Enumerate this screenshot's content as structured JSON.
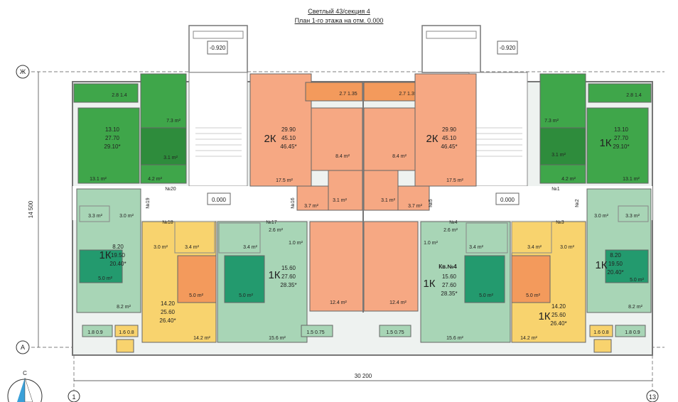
{
  "header": {
    "title": "Светлый 43/секция 4",
    "subtitle": "План 1-го этажа на отм. 0.000"
  },
  "axes": {
    "zh": "Ж",
    "a": "А",
    "one": "1",
    "thirteen": "13",
    "north": "С",
    "dim_width": "30 200",
    "dim_height": "14 500"
  },
  "levels": {
    "stair_left": "-0.920",
    "stair_right": "-0.920",
    "hall_left": "0.000",
    "hall_right": "0.000"
  },
  "colors": {
    "green": "#3fa64a",
    "green_dark": "#2e8c3c",
    "orange": "#f6a883",
    "orange_dark": "#f39a5c",
    "mint": "#a8d5b6",
    "teal": "#239a6e",
    "yellow": "#f8d36e",
    "wall": "#9a9a9a",
    "corridor": "#ffffff"
  },
  "rooms": {
    "l_balcony_top": "2.8 1.4",
    "l_k1_area": "13.10",
    "l_k1_total": "27.70",
    "l_k1_total2": "29.10*",
    "l_k1_room": "13.1 m²",
    "l_k1_kitchen": "7.3 m²",
    "l_k1_bath": "3.1 m²",
    "l_k1_hall": "4.2 m²",
    "l_2k_type": "2К",
    "l_2k_a": "29.90",
    "l_2k_b": "45.10",
    "l_2k_c": "46.45*",
    "l_2k_room": "17.5 m²",
    "l_2k_kitchen": "8.4 m²",
    "l_2k_bath": "3.1 m²",
    "l_2k_hall": "3.7 m²",
    "l_2k_room2": "12.4 m²",
    "l_balcony_mid": "2.7 1.35",
    "l_apt18_bath": "3.3 m²",
    "l_apt18_hall": "3.0 m²",
    "l_apt18_type": "1К",
    "l_apt18_a": "8.20",
    "l_apt18_b": "19.50",
    "l_apt18_c": "20.40*",
    "l_apt18_kitchen": "5.0 m²",
    "l_apt18_room": "8.2 m²",
    "l_apt_y_hall": "3.0 m²",
    "l_apt_y_bath": "3.4 m²",
    "l_apt_y_kitchen": "5.0 m²",
    "l_apt_y_a": "14.20",
    "l_apt_y_b": "25.60",
    "l_apt_y_c": "26.40*",
    "l_apt_y_room": "14.2 m²",
    "l_apt17_hall": "2.6 m²",
    "l_apt17_bath": "3.4 m²",
    "l_apt17_wc": "1.0 m²",
    "l_apt17_type": "1К",
    "l_apt17_a": "15.60",
    "l_apt17_b": "27.60",
    "l_apt17_c": "28.35*",
    "l_apt17_kitchen": "5.0 m²",
    "l_apt17_room": "15.6 m²",
    "l_balc_a": "1.8 0.9",
    "l_balc_b": "1.6 0.8",
    "l_balc_c": "1.5 0.75",
    "n18": "№18",
    "n19": "№19",
    "n20": "№20",
    "n17": "№17",
    "n16": "№16",
    "r_balcony_top": "2.8 1.4",
    "r_k1_type": "1К",
    "r_k1_area": "13.10",
    "r_k1_total": "27.70",
    "r_k1_total2": "29.10*",
    "r_k1_room": "13.1 m²",
    "r_k1_kitchen": "7.3 m²",
    "r_k1_bath": "3.1 m²",
    "r_k1_hall": "4.2 m²",
    "r_2k_type": "2К",
    "r_2k_a": "29.90",
    "r_2k_b": "45.10",
    "r_2k_c": "46.45*",
    "r_2k_room": "17.5 m²",
    "r_2k_kitchen": "8.4 m²",
    "r_2k_bath": "3.1 m²",
    "r_2k_hall": "3.7 m²",
    "r_2k_room2": "12.4 m²",
    "r_balcony_mid": "2.7 1.35",
    "r_apt2_hall": "3.0 m²",
    "r_apt2_bath": "3.3 m²",
    "r_apt2_type": "1К",
    "r_apt2_a": "8.20",
    "r_apt2_b": "19.50",
    "r_apt2_c": "20.40*",
    "r_apt2_kitchen": "5.0 m²",
    "r_apt2_room": "8.2 m²",
    "r_apt3_hall": "3.0 m²",
    "r_apt3_bath": "3.4 m²",
    "r_apt3_kitchen": "5.0 m²",
    "r_apt3_type": "1К",
    "r_apt3_a": "14.20",
    "r_apt3_b": "25.60",
    "r_apt3_c": "26.40*",
    "r_apt3_room": "14.2 m²",
    "r_apt4_hall": "2.6 m²",
    "r_apt4_bath": "3.4 m²",
    "r_apt4_wc": "1.0 m²",
    "r_apt4_label": "Кв.№4",
    "r_apt4_type": "1К",
    "r_apt4_a": "15.60",
    "r_apt4_b": "27.60",
    "r_apt4_c": "28.35*",
    "r_apt4_kitchen": "5.0 m²",
    "r_apt4_room": "15.6 m²",
    "r_balc_a": "1.8 0.9",
    "r_balc_b": "1.6 0.8",
    "r_balc_c": "1.5 0.75",
    "n1": "№1",
    "n2": "№2",
    "n3": "№3",
    "n4": "№4",
    "n5": "№5"
  }
}
